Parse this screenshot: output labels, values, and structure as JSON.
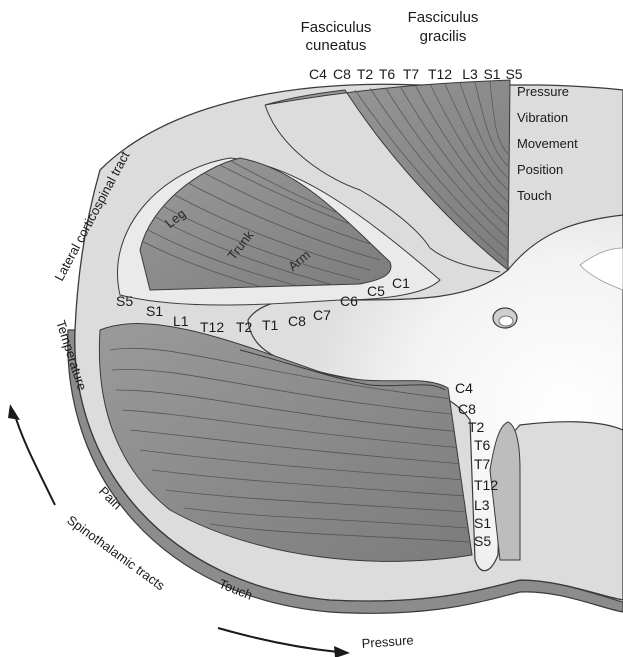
{
  "header": {
    "fasciculus_cuneatus": [
      "Fasciculus",
      "cuneatus"
    ],
    "fasciculus_gracilis": [
      "Fasciculus",
      "gracilis"
    ],
    "dorsal_segments": [
      "C4",
      "C8",
      "T2",
      "T6",
      "T7",
      "T12",
      "L3",
      "S1",
      "S5"
    ]
  },
  "dorsal_modalities": [
    "Pressure",
    "Vibration",
    "Movement",
    "Position",
    "Touch"
  ],
  "corticospinal": {
    "tract_label": "Lateral corticospinal tract",
    "regions": [
      "Leg",
      "Trunk",
      "Arm"
    ],
    "segments": [
      "S5",
      "S1",
      "L1",
      "T12",
      "T2",
      "T1",
      "C8",
      "C7",
      "C6",
      "C5",
      "C1"
    ]
  },
  "ventral_segments": [
    "C4",
    "C8",
    "T2",
    "T6",
    "T7",
    "T12",
    "L3",
    "S1",
    "S5"
  ],
  "spinothalamic": {
    "tract_label": "Spinothalamic tracts",
    "modalities": [
      "Temperature",
      "Pain",
      "Touch",
      "Pressure"
    ]
  },
  "colors": {
    "white_matter": "#dcdcdc",
    "tract_fill": "#8a8a8a",
    "grey_matter": "#f4f4f4",
    "outline": "#3a3a3a"
  }
}
